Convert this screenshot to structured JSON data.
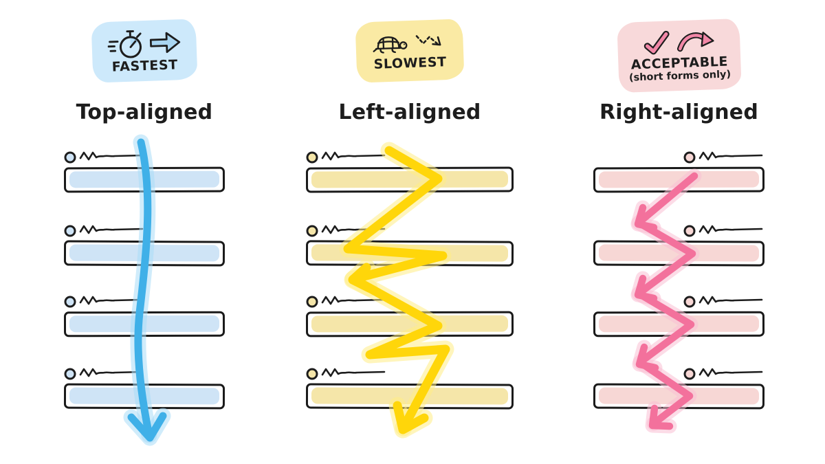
{
  "canvas": {
    "background": "#ffffff",
    "ink": "#1d1d1d"
  },
  "columns": [
    {
      "heading": "Top-aligned",
      "badge": {
        "label": "FASTEST",
        "sublabel": "",
        "bg": "#cde9fb",
        "icon_accent": "#a9d6f2",
        "icons": [
          "stopwatch-icon",
          "block-arrow-right-icon"
        ]
      },
      "label_side": "left",
      "field_count": 4,
      "field_fill": "#cfe4f6",
      "arrow_color": "#3fb0e8",
      "arrow_glow": "#a9ddf8"
    },
    {
      "heading": "Left-aligned",
      "badge": {
        "label": "SLOWEST",
        "sublabel": "",
        "bg": "#faeaa4",
        "icon_accent": "#1d1d1d",
        "icons": [
          "turtle-icon",
          "dashed-zigzag-arrow-icon"
        ]
      },
      "label_side": "left",
      "field_count": 4,
      "field_fill": "#f5e6a9",
      "arrow_color": "#ffd60a",
      "arrow_glow": "#ffec85"
    },
    {
      "heading": "Right-aligned",
      "badge": {
        "label": "ACCEPTABLE",
        "sublabel": "(short forms only)",
        "bg": "#f8d9da",
        "icon_accent": "#f287a7",
        "icons": [
          "checkmark-icon",
          "curved-arrow-icon"
        ]
      },
      "label_side": "right",
      "field_count": 4,
      "field_fill": "#f7d7d5",
      "arrow_color": "#f3719c",
      "arrow_glow": "#f9c0d4"
    }
  ]
}
